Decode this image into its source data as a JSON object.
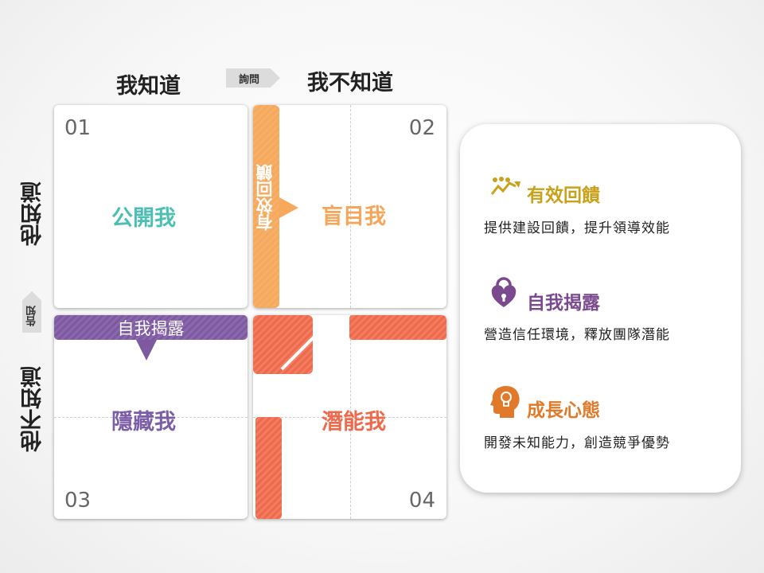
{
  "axes": {
    "top_left": "我知道",
    "top_right": "我不知道",
    "left_top": "他知道",
    "left_bottom": "他不知道",
    "ask_label": "詢問",
    "tell_label": "告知"
  },
  "quadrants": [
    {
      "num": "01",
      "label": "公開我",
      "color": "#4bbfb3"
    },
    {
      "num": "02",
      "label": "盲目我",
      "color": "#f5a65a"
    },
    {
      "num": "03",
      "label": "隱藏我",
      "color": "#7b5ea7"
    },
    {
      "num": "04",
      "label": "潛能我",
      "color": "#ee6a4d"
    }
  ],
  "bars": {
    "feedback": "有效回饋",
    "disclosure": "自我揭露"
  },
  "panel": {
    "items": [
      {
        "icon": "team-growth-icon",
        "title": "有效回饋",
        "desc": "提供建設回饋，提升領導效能",
        "color": "#c9a21a"
      },
      {
        "icon": "heart-lock-icon",
        "title": "自我揭露",
        "desc": "營造信任環境，釋放團隊潛能",
        "color": "#7b4a8e"
      },
      {
        "icon": "head-lightbulb-icon",
        "title": "成長心態",
        "desc": "開發未知能力，創造競爭優勢",
        "color": "#e07a2a"
      }
    ]
  }
}
